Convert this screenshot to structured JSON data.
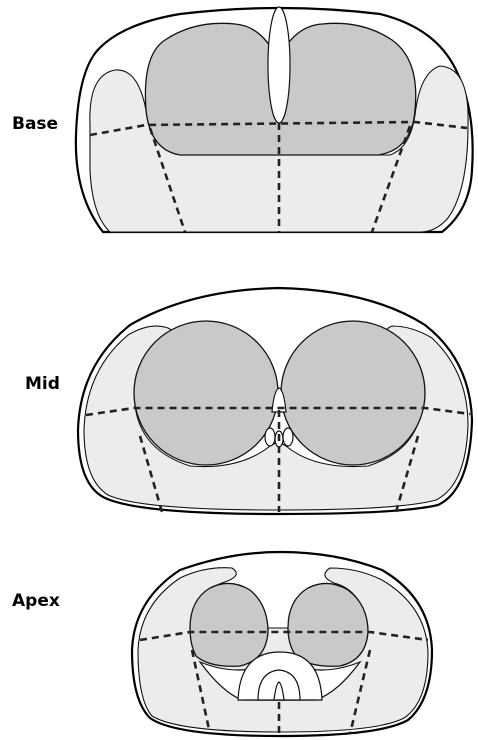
{
  "labels": {
    "base": "Base",
    "mid": "Mid",
    "apex": "Apex"
  },
  "colors": {
    "outline": "#000000",
    "peripheral_zone": "#ececec",
    "central_zone": "#c9c9c9",
    "background": "#ffffff"
  }
}
